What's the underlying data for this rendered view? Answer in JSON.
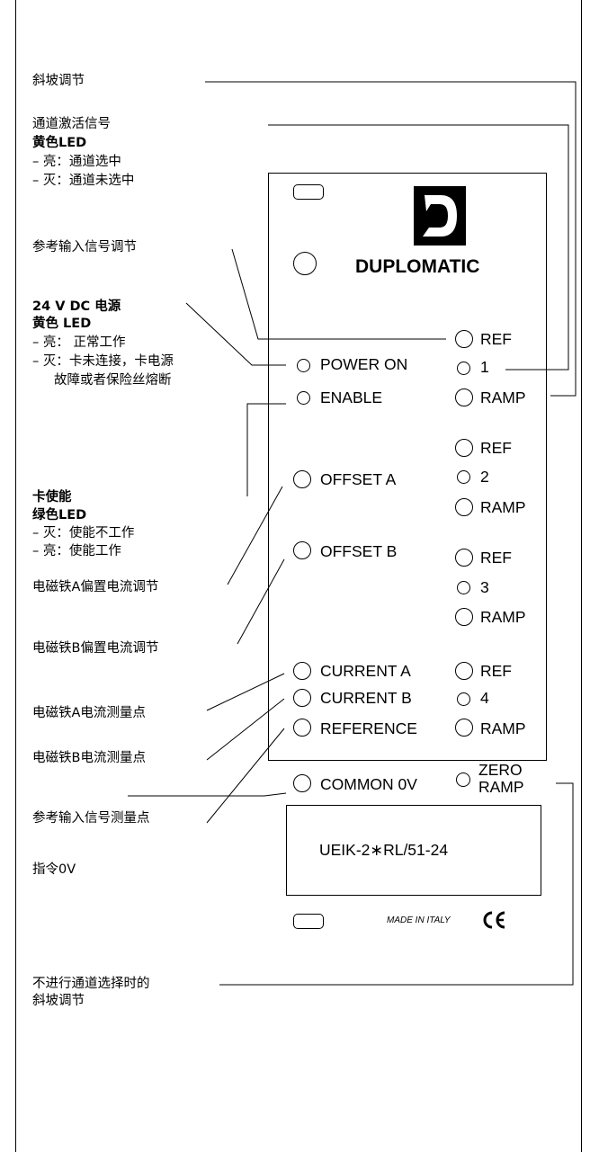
{
  "annotations": {
    "ramp_adjust": "斜坡调节",
    "channel_signal": "通道激活信号",
    "yellow_led": "黄色LED",
    "channel_on": "– 亮：通道选中",
    "channel_off": "– 灭：通道未选中",
    "ref_input_adjust": "参考输入信号调节",
    "power_title": "24 V DC 电源",
    "power_led": "黄色 LED",
    "power_on": "– 亮：  正常工作",
    "power_off_1": "– 灭：卡未连接，卡电源",
    "power_off_2": "故障或者保险丝熔断",
    "enable_title": "卡使能",
    "enable_led": "绿色LED",
    "enable_off": "– 灭：使能不工作",
    "enable_on": "– 亮：使能工作",
    "offset_a": "电磁铁A偏置电流调节",
    "offset_b": "电磁铁B偏置电流调节",
    "current_a": "电磁铁A电流测量点",
    "current_b": "电磁铁B电流测量点",
    "reference": "参考输入信号测量点",
    "common": "指令0V",
    "zero_ramp_1": "不进行通道选择时的",
    "zero_ramp_2": "斜坡调节"
  },
  "panel": {
    "brand": "DUPLOMATIC",
    "logo_letter": "D",
    "power_on": "POWER ON",
    "enable": "ENABLE",
    "offset_a": "OFFSET A",
    "offset_b": "OFFSET B",
    "current_a": "CURRENT A",
    "current_b": "CURRENT B",
    "reference": "REFERENCE",
    "common": "COMMON 0V",
    "ref": "REF",
    "ramp": "RAMP",
    "ch1": "1",
    "ch2": "2",
    "ch3": "3",
    "ch4": "4",
    "zero": "ZERO",
    "zero_ramp": "RAMP",
    "model": "UEIK-2∗RL/51-24",
    "made_in": "MADE IN ITALY",
    "ce": "CE"
  }
}
